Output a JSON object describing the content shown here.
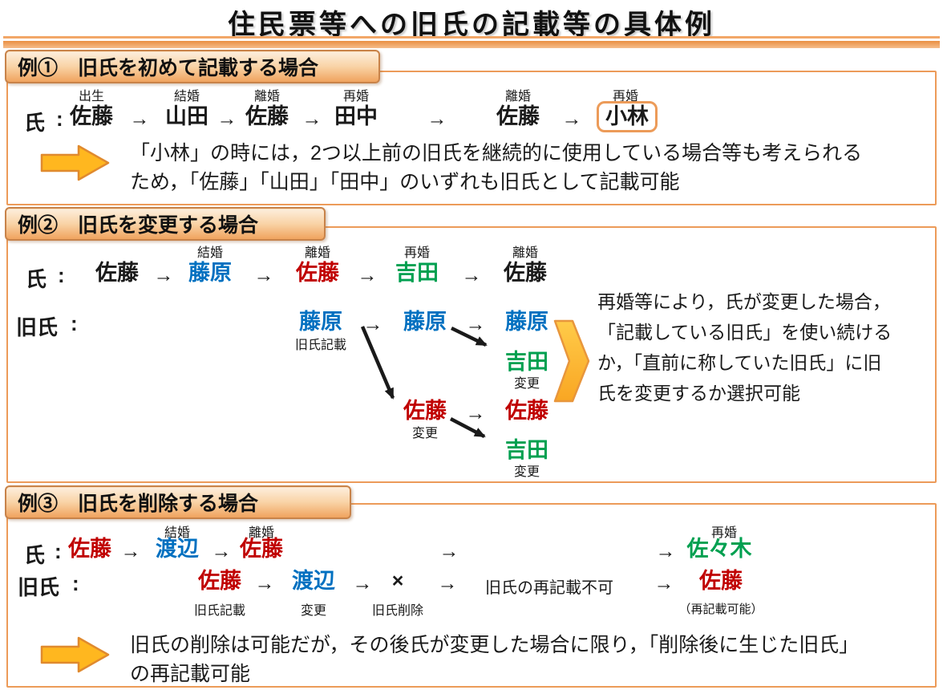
{
  "glyphs": {
    "arrow": "→",
    "colon": ":"
  },
  "colors": {
    "black": "#1a1a1a",
    "blue": "#0070C0",
    "red": "#C00000",
    "green": "#00A050",
    "accent_orange": "#EC9B59",
    "arrow_gold": "#FFB71F",
    "arrow_gold_stroke": "#E08A2E"
  },
  "title": {
    "text": "住民票等への旧氏の記載等の具体例"
  },
  "ex1": {
    "header": "例①　旧氏を初めて記載する場合",
    "row_label": "氏",
    "chain": [
      {
        "event": "出生",
        "name": "佐藤",
        "c": "black"
      },
      {
        "event": "結婚",
        "name": "山田",
        "c": "black"
      },
      {
        "event": "離婚",
        "name": "佐藤",
        "c": "black"
      },
      {
        "event": "再婚",
        "name": "田中",
        "c": "black"
      },
      {
        "event": "離婚",
        "name": "佐藤",
        "c": "black"
      },
      {
        "event": "再婚",
        "name": "小林",
        "c": "black"
      }
    ],
    "note_lines": [
      "「小林」の時には，2つ以上前の旧氏を継続的に使用している場合等も考えられる",
      "ため，「佐藤」「山田」「田中」のいずれも旧氏として記載可能"
    ]
  },
  "ex2": {
    "header": "例②　旧氏を変更する場合",
    "shi_label": "氏",
    "kyushi_label": "旧氏",
    "events": [
      {
        "t": "結婚"
      },
      {
        "t": "離婚"
      },
      {
        "t": "再婚"
      },
      {
        "t": "離婚"
      }
    ],
    "shi": [
      {
        "n": "佐藤",
        "c": "black"
      },
      {
        "n": "藤原",
        "c": "blue"
      },
      {
        "n": "佐藤",
        "c": "red"
      },
      {
        "n": "吉田",
        "c": "green"
      },
      {
        "n": "佐藤",
        "c": "black"
      }
    ],
    "kyushi": [
      {
        "n": "藤原",
        "c": "blue"
      },
      {
        "n": "藤原",
        "c": "blue"
      },
      {
        "n": "藤原",
        "c": "blue"
      }
    ],
    "kisai_label": "旧氏記載",
    "branch_top": {
      "n": "吉田",
      "c": "green",
      "label": "変更"
    },
    "lower": [
      {
        "n": "佐藤",
        "c": "red",
        "label": "変更"
      },
      {
        "n": "佐藤",
        "c": "red"
      }
    ],
    "branch_bottom": {
      "n": "吉田",
      "c": "green",
      "label": "変更"
    },
    "side_note_lines": [
      "再婚等により，氏が変更した場合，",
      "「記載している旧氏」を使い続ける",
      "か，「直前に称していた旧氏」に旧",
      "氏を変更するか選択可能"
    ]
  },
  "ex3": {
    "header": "例③　旧氏を削除する場合",
    "shi_label": "氏",
    "kyushi_label": "旧氏",
    "events": [
      {
        "t": "結婚"
      },
      {
        "t": "離婚"
      },
      {
        "t": "再婚"
      }
    ],
    "shi": [
      {
        "n": "佐藤",
        "c": "red"
      },
      {
        "n": "渡辺",
        "c": "blue"
      },
      {
        "n": "佐藤",
        "c": "red"
      },
      {
        "n": "佐々木",
        "c": "green"
      }
    ],
    "kyushi": [
      {
        "n": "佐藤",
        "c": "red",
        "label": "旧氏記載"
      },
      {
        "n": "渡辺",
        "c": "blue",
        "label": "変更"
      },
      {
        "n": "×",
        "c": "black",
        "label": "旧氏削除"
      },
      {
        "n": "旧氏の再記載不可",
        "c": "black"
      },
      {
        "n": "佐藤",
        "c": "red",
        "label": "（再記載可能）"
      }
    ],
    "note_lines": [
      "旧氏の削除は可能だが，その後氏が変更した場合に限り，「削除後に生じた旧氏」",
      "の再記載可能"
    ]
  }
}
